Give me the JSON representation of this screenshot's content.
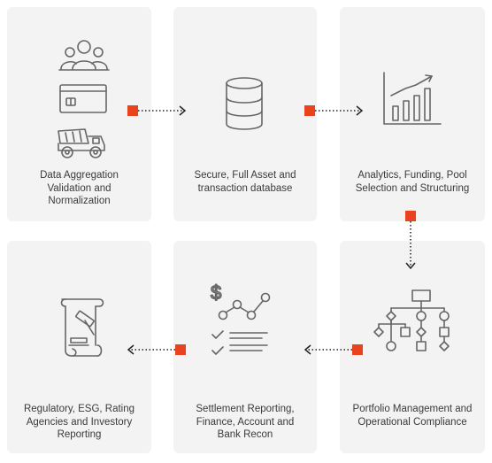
{
  "steps": [
    {
      "id": "aggregation",
      "label_lines": [
        "Data Aggregation",
        "Validation and",
        "Normalization"
      ],
      "icons": [
        "people-icon",
        "credit-card-icon",
        "dump-truck-icon"
      ]
    },
    {
      "id": "database",
      "label_lines": [
        "Secure, Full Asset and",
        "transaction database"
      ],
      "icons": [
        "database-icon"
      ]
    },
    {
      "id": "analytics",
      "label_lines": [
        "Analytics, Funding, Pool",
        "Selection and Structuring"
      ],
      "icons": [
        "bar-chart-trend-icon"
      ]
    },
    {
      "id": "portfolio",
      "label_lines": [
        "Portfolio Management and",
        "Operational Compliance"
      ],
      "icons": [
        "flowchart-icon"
      ]
    },
    {
      "id": "settlement",
      "label_lines": [
        "Settlement Reporting,",
        "Finance, Account and",
        "Bank Recon"
      ],
      "icons": [
        "dollar-chart-checklist-icon"
      ]
    },
    {
      "id": "regulatory",
      "label_lines": [
        "Regulatory, ESG, Rating",
        "Agencies and Investory",
        "Reporting"
      ],
      "icons": [
        "gavel-scroll-icon"
      ]
    }
  ],
  "colors": {
    "card_bg": "#f3f3f3",
    "accent": "#e8431c",
    "icon_stroke": "#666666",
    "text": "#3a3a3a"
  }
}
